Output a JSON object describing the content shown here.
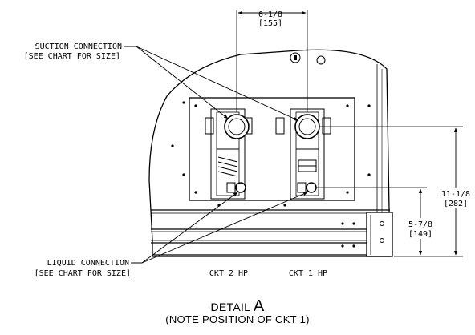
{
  "labels": {
    "suction_line1": "SUCTION CONNECTION",
    "suction_line2": "[SEE CHART FOR SIZE]",
    "liquid_line1": "LIQUID CONNECTION",
    "liquid_line2": "[SEE CHART FOR SIZE]",
    "ckt2": "CKT 2 HP",
    "ckt1": "CKT 1 HP"
  },
  "dimensions": {
    "top_imperial": "6-1/8",
    "top_metric": "[155]",
    "right_outer_imperial": "11-1/8",
    "right_outer_metric": "[282]",
    "right_inner_imperial": "5-7/8",
    "right_inner_metric": "[149]"
  },
  "detail": {
    "title_prefix": "DETAIL ",
    "title_letter": "A",
    "note": "(NOTE POSITION OF CKT 1)"
  }
}
